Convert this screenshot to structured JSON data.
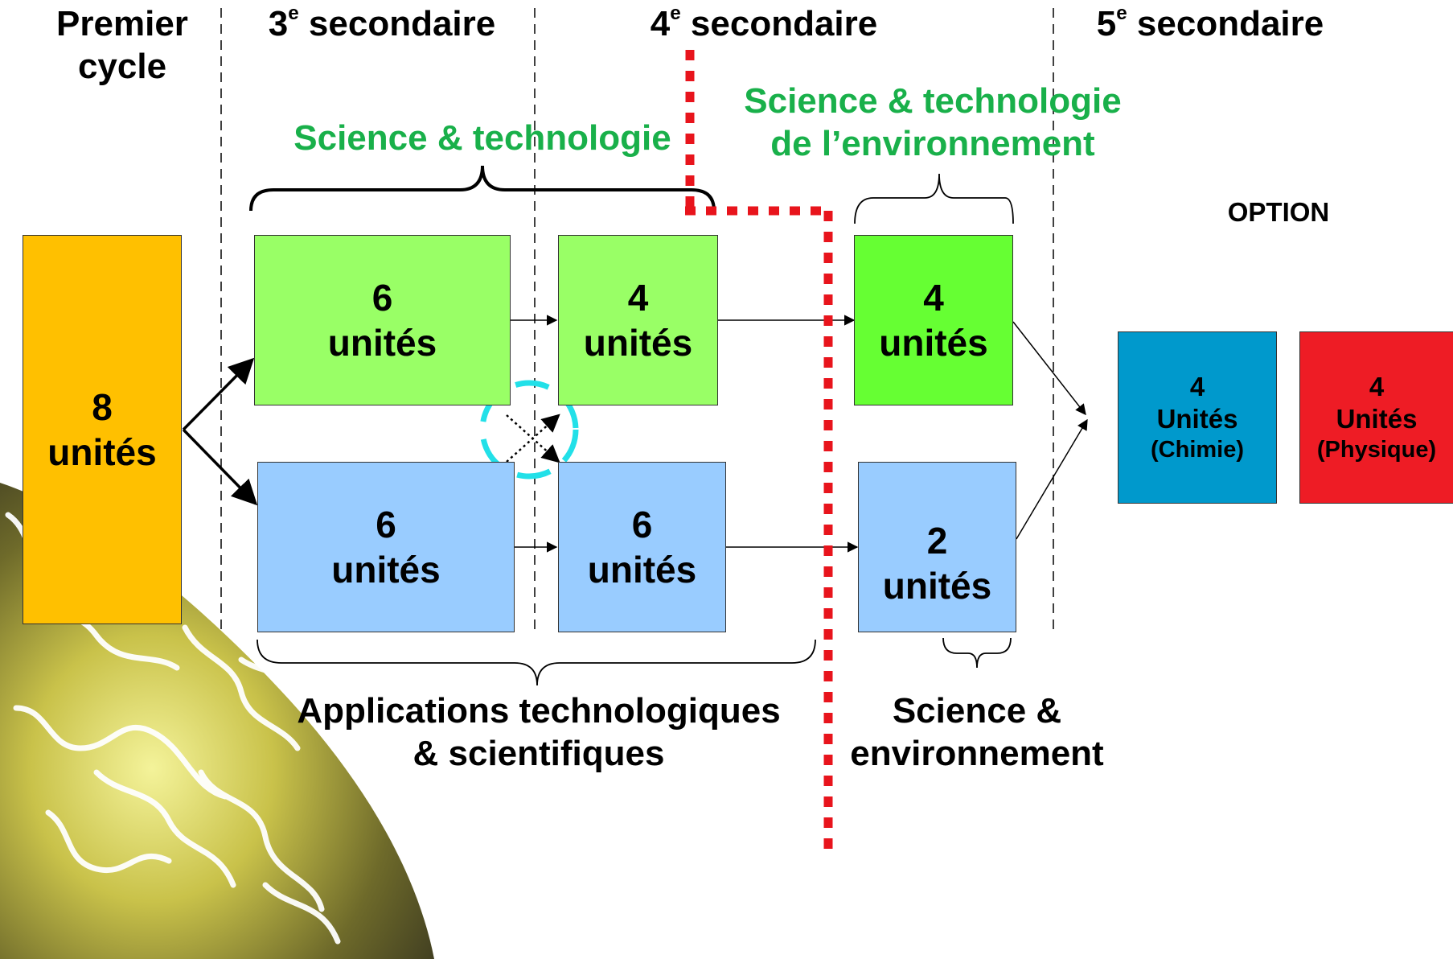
{
  "headers": {
    "premier": "Premier",
    "premier_line2": "cycle",
    "sec3_num": "3",
    "sec3_sup": "e",
    "sec3_word": " secondaire",
    "sec4_num": "4",
    "sec4_sup": "e",
    "sec4_word": " secondaire",
    "sec5_num": "5",
    "sec5_sup": "e",
    "sec5_word": " secondaire"
  },
  "labels": {
    "st": "Science & technologie",
    "ste_line1": "Science & technologie",
    "ste_line2": "de l’environnement",
    "option": "OPTION",
    "ats_line1": "Applications technologiques",
    "ats_line2": "& scientifiques",
    "se_line1": "Science &",
    "se_line2": "environnement"
  },
  "boxes": {
    "premier": {
      "number": "8",
      "unit": "unités",
      "color": "#ffc000"
    },
    "st3": {
      "number": "6",
      "unit": "unités",
      "color": "#99ff66"
    },
    "st4": {
      "number": "4",
      "unit": "unités",
      "color": "#99ff66"
    },
    "ste4": {
      "number": "4",
      "unit": "unités",
      "color": "#66ff33"
    },
    "ats3": {
      "number": "6",
      "unit": "unités",
      "color": "#99ccff"
    },
    "ats4": {
      "number": "6",
      "unit": "unités",
      "color": "#99ccff"
    },
    "se4": {
      "number": "2",
      "unit": "unités",
      "color": "#99ccff"
    },
    "chimie": {
      "number": "4",
      "unit": "Unités",
      "sub": "(Chimie)",
      "color": "#0099cc"
    },
    "physique": {
      "number": "4",
      "unit": "Unités",
      "sub": "(Physique)",
      "color": "#ee1c25"
    }
  },
  "colors": {
    "divider": "#000000",
    "red_dotted": "#e8141c",
    "cyan_circle": "#22e0e8",
    "green_text": "#19b04a"
  }
}
